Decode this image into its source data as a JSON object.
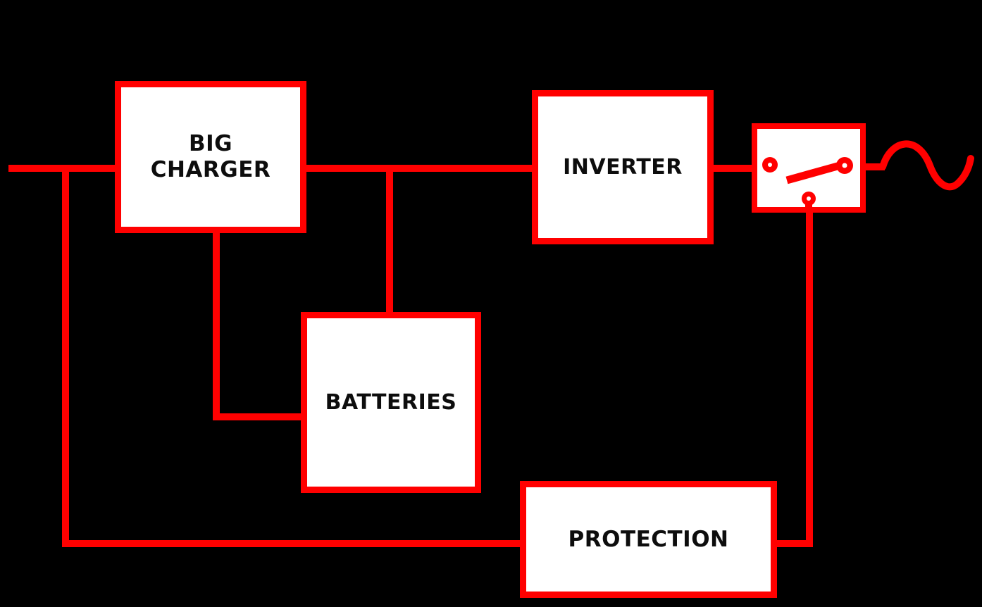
{
  "colors": {
    "background": "#000000",
    "wire": "#ff0000",
    "node_fill": "#ffffff",
    "label": "#0d0d0d"
  },
  "nodes": {
    "big_charger": {
      "label": "BIG CHARGER",
      "line1": "BIG",
      "line2": "CHARGER"
    },
    "inverter": {
      "label": "INVERTER"
    },
    "batteries": {
      "label": "BATTERIES"
    },
    "protection": {
      "label": "PROTECTION"
    },
    "transfer_switch": {
      "symbol": "switch-contact",
      "contacts": 3,
      "state": "open-from-left-closed-toward-right"
    },
    "ac_output": {
      "symbol": "sine-wave"
    }
  },
  "edges": [
    {
      "from": "ac-input-left",
      "to": "big-charger.left"
    },
    {
      "from": "ac-input-left",
      "to": "protection.left"
    },
    {
      "from": "big-charger.right",
      "to": "inverter.left"
    },
    {
      "from": "big-charger-inverter-bus",
      "to": "batteries.top"
    },
    {
      "from": "big-charger.bottom",
      "to": "batteries.left"
    },
    {
      "from": "inverter.right",
      "to": "transfer-switch.left"
    },
    {
      "from": "transfer-switch.bottom",
      "to": "protection.right"
    },
    {
      "from": "transfer-switch.right",
      "to": "ac-output-sine"
    }
  ]
}
